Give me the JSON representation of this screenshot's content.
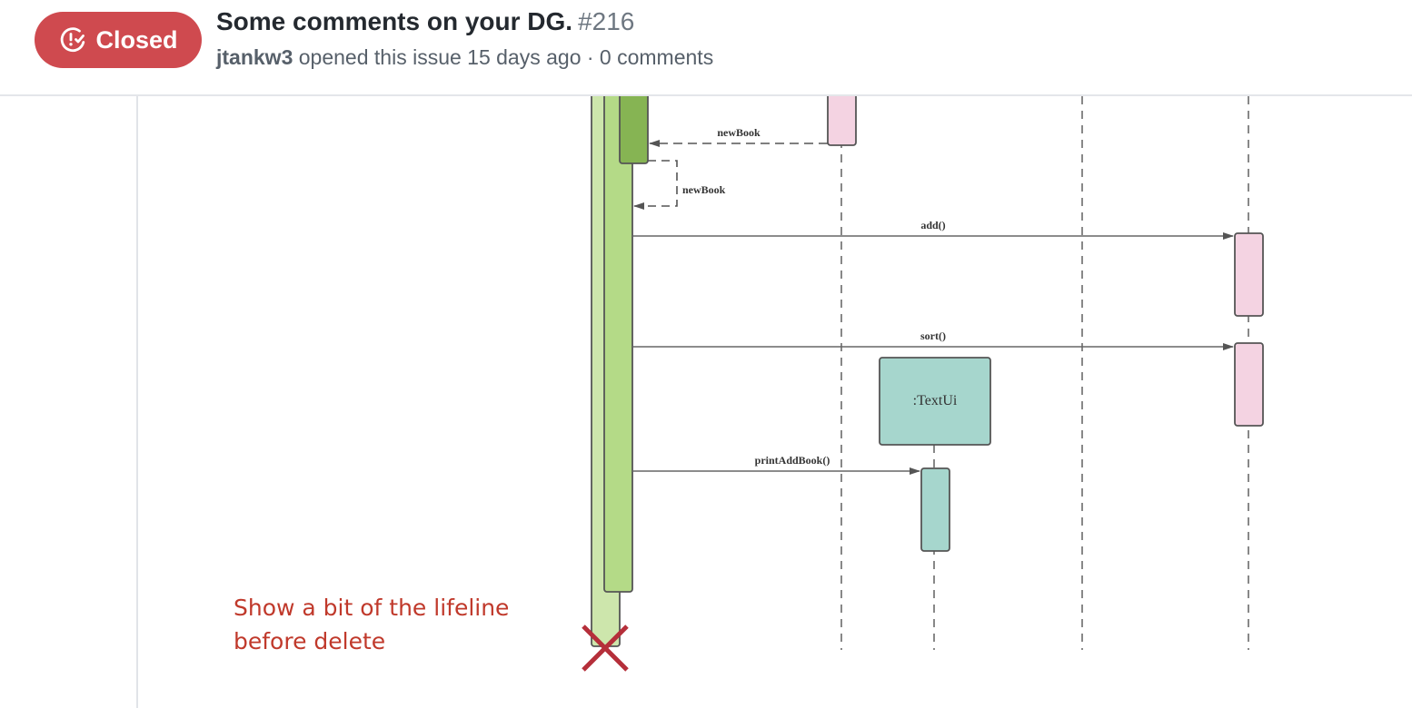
{
  "issue": {
    "status": "Closed",
    "status_icon": "issue-closed-icon",
    "status_color": "#cf4a4f",
    "title": "Some comments on your DG.",
    "number": "#216",
    "author": "jtankw3",
    "meta_text": "opened this issue 15 days ago · 0 comments"
  },
  "diagram": {
    "messages": [
      "newBook",
      "newBook",
      "add()",
      "sort()",
      "printAddBook()"
    ],
    "object_label": ":TextUi",
    "annotation_line1": "Show a bit of the lifeline",
    "annotation_line2": "before delete",
    "colors": {
      "lifeline_light": "#cde6ac",
      "activation_green": "#b4da87",
      "activation_dark": "#86b453",
      "pink": "#f4d3e2",
      "teal": "#a6d6cd",
      "annotation_red": "#c0392b"
    }
  }
}
